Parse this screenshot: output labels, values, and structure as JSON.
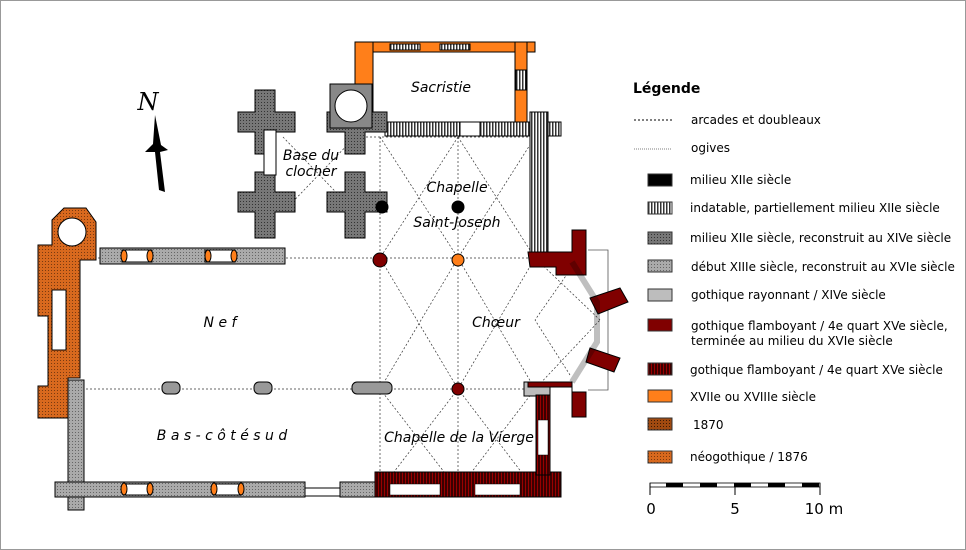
{
  "plan": {
    "rooms": {
      "sacristie": "Sacristie",
      "base_clocher_1": "Base du",
      "base_clocher_2": "clocher",
      "chapelle_1": "Chapelle",
      "chapelle_2": "Saint-Joseph",
      "nef": "N e f",
      "choeur": "Chœur",
      "bas_cote": "B a s - c ô t é  s u d",
      "chapelle_vierge": "Chapelle de la Vierge"
    },
    "north_symbol": "N"
  },
  "legend": {
    "title": "Légende",
    "lines": [
      {
        "label": "arcades et doubleaux"
      },
      {
        "label": "ogives"
      }
    ],
    "items": [
      {
        "label": "milieu XIIe siècle",
        "color": "#000000"
      },
      {
        "label": "indatable, partiellement milieu XIIe siècle",
        "color": "#555555"
      },
      {
        "label": "milieu XIIe siècle, reconstruit au XIVe siècle",
        "color": "#6a6a6a"
      },
      {
        "label": "début XIIIe siècle, reconstruit au XVIe siècle",
        "color": "#959595"
      },
      {
        "label": "gothique rayonnant / XIVe siècle",
        "color": "#bdbdbd"
      },
      {
        "label": "gothique flamboyant / 4e quart XVe siècle,",
        "label2": "terminée au milieu du XVIe siècle",
        "color": "#800000"
      },
      {
        "label": "gothique flamboyant / 4e quart XVe siècle",
        "color": "#4a0000"
      },
      {
        "label": "XVIIe ou XVIIIe siècle",
        "color": "#ff7f1a"
      },
      {
        "label": "1870",
        "color": "#a04a10"
      },
      {
        "label": "néogothique / 1876",
        "color": "#d0651a"
      }
    ],
    "scale": {
      "ticks": [
        "0",
        "5",
        "10 m"
      ]
    }
  }
}
